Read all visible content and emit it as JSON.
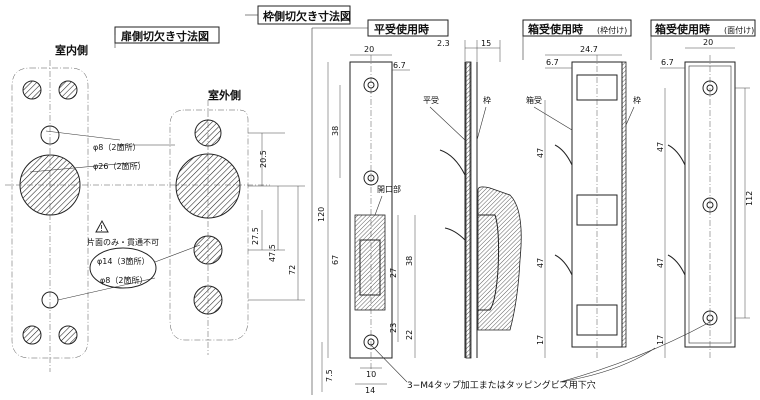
{
  "titles": {
    "frame_cut": "枠側切欠き寸法図",
    "door_cut": "扉側切欠き寸法図",
    "flat": "平受使用時",
    "box_frame": "箱受使用時",
    "box_frame_sub": "(枠付け)",
    "box_face": "箱受使用時",
    "box_face_sub": "(面付け)"
  },
  "labels": {
    "indoor": "室内側",
    "outdoor": "室外側",
    "opening": "開口部",
    "flat_strike": "平受",
    "frame1": "枠",
    "box_strike": "箱受",
    "frame2": "枠",
    "warning": "片面のみ・貫通不可",
    "phi8a": "φ8（2箇所）",
    "phi26": "φ26（2箇所）",
    "phi14": "φ14（3箇所）",
    "phi8b": "φ8（2箇所）",
    "tap_note": "3−M4タップ加工またはタッピングビス用下穴"
  },
  "dims": {
    "d20_5": "20.5",
    "d27_5": "27.5",
    "d47_5": "47.5",
    "d72": "72",
    "d38": "38",
    "d120": "120",
    "d67": "67",
    "d7_5": "7.5",
    "d20_top": "20",
    "d6_7a": "6.7",
    "d27": "27",
    "d38b": "38",
    "d23": "23",
    "d22": "22",
    "d10": "10",
    "d14": "14",
    "d2_3": "2.3",
    "d15": "15",
    "d24_7": "24.7",
    "d6_7b": "6.7",
    "d47a": "47",
    "d47b": "47",
    "d17a": "17",
    "d20_face": "20",
    "d6_7c": "6.7",
    "d47c": "47",
    "d47d": "47",
    "d17b": "17",
    "d112": "112"
  }
}
